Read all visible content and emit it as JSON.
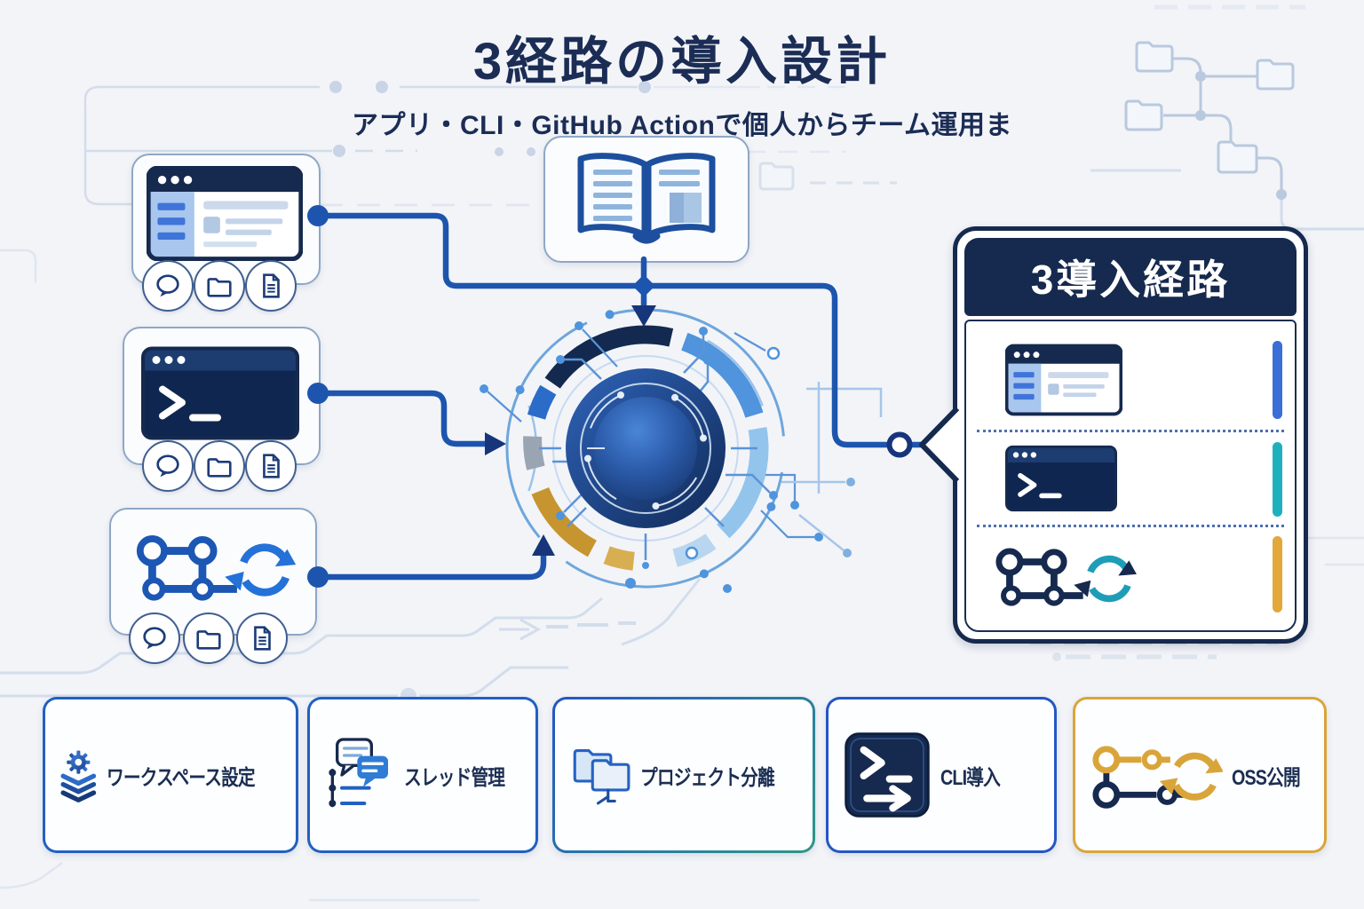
{
  "header": {
    "title": "3経路の導入設計",
    "subtitle": "アプリ・CLI・GitHub Actionで個人からチーム運用ま"
  },
  "sources": [
    {
      "icon": "app-window-icon",
      "badges": [
        "speech-bubble-icon",
        "folder-icon",
        "document-icon"
      ]
    },
    {
      "icon": "terminal-icon",
      "badges": [
        "speech-bubble-icon",
        "folder-icon",
        "document-icon"
      ]
    },
    {
      "icon": "git-workflow-sync-icon",
      "badges": [
        "speech-bubble-icon",
        "folder-icon",
        "document-icon"
      ]
    }
  ],
  "docs_card": {
    "icon": "open-book-icon"
  },
  "hub": {
    "icon": "circuit-core-icon"
  },
  "routes_panel": {
    "title": "3導入経路",
    "rows": [
      {
        "icon": "app-window-icon",
        "bar_color": "#3a6fd8"
      },
      {
        "icon": "terminal-icon",
        "bar_color": "#1fb0bd"
      },
      {
        "icon": "git-workflow-sync-icon",
        "bar_color": "#e2a83c"
      }
    ]
  },
  "features": {
    "items": [
      {
        "label": "ワークスペース設定",
        "icon": "workspace-layers-gear-icon",
        "accent_color": "#2160c0"
      },
      {
        "label": "スレッド管理",
        "icon": "chat-threads-icon",
        "accent_color": "#2160c0"
      },
      {
        "label": "プロジェクト分離",
        "icon": "project-folders-icon",
        "accent_color": "#2456c4",
        "accent_color_to": "#2f9688"
      },
      {
        "label": "CLI導入",
        "icon": "terminal-arrow-icon",
        "accent_color": "#2456c4"
      },
      {
        "label": "OSS公開",
        "icon": "git-sync-gold-icon",
        "accent_color": "#d9a53a"
      }
    ]
  },
  "colors": {
    "background": "#f2f4f8",
    "navy": "#16294e",
    "royal_blue": "#1d55ae",
    "light_blue": "#6aa6dc",
    "teal": "#1fb0bd",
    "gold": "#e2a83c",
    "card_border": "#8fa7c5"
  }
}
